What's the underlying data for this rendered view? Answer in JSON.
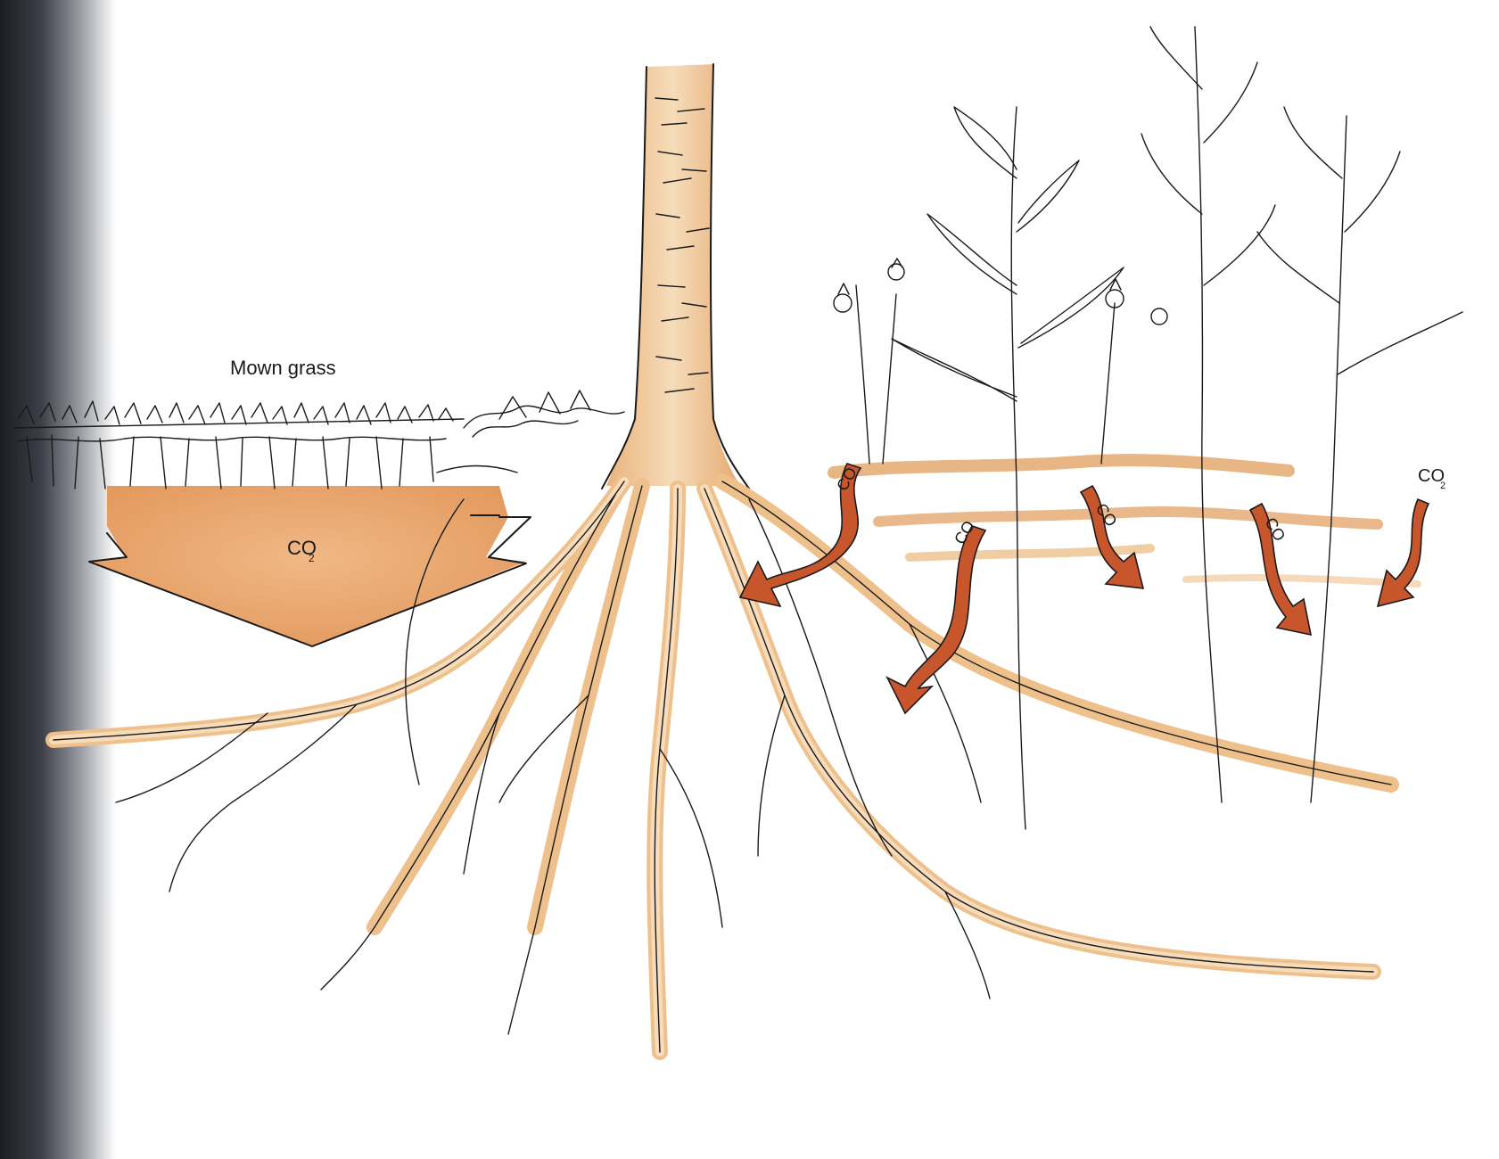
{
  "labels": {
    "mown_grass": "Mown grass",
    "co2_main": "CO",
    "co2_main_sub": "2",
    "co2_arrow_1": "CO",
    "co2_arrow_2": "CO",
    "co2_arrow_3": "CO",
    "co2_arrow_4": "CO",
    "co2_right": "CO",
    "co2_right_sub": "2"
  },
  "colors": {
    "background": "#ffffff",
    "ink": "#1a1a1a",
    "root_fill": "#eec08c",
    "root_light": "#f6dcba",
    "co2_area": "#e9a468",
    "co2_arrow": "#c8562c",
    "soil_band": "#e6ad77",
    "page_edge": "#1b1d22"
  }
}
